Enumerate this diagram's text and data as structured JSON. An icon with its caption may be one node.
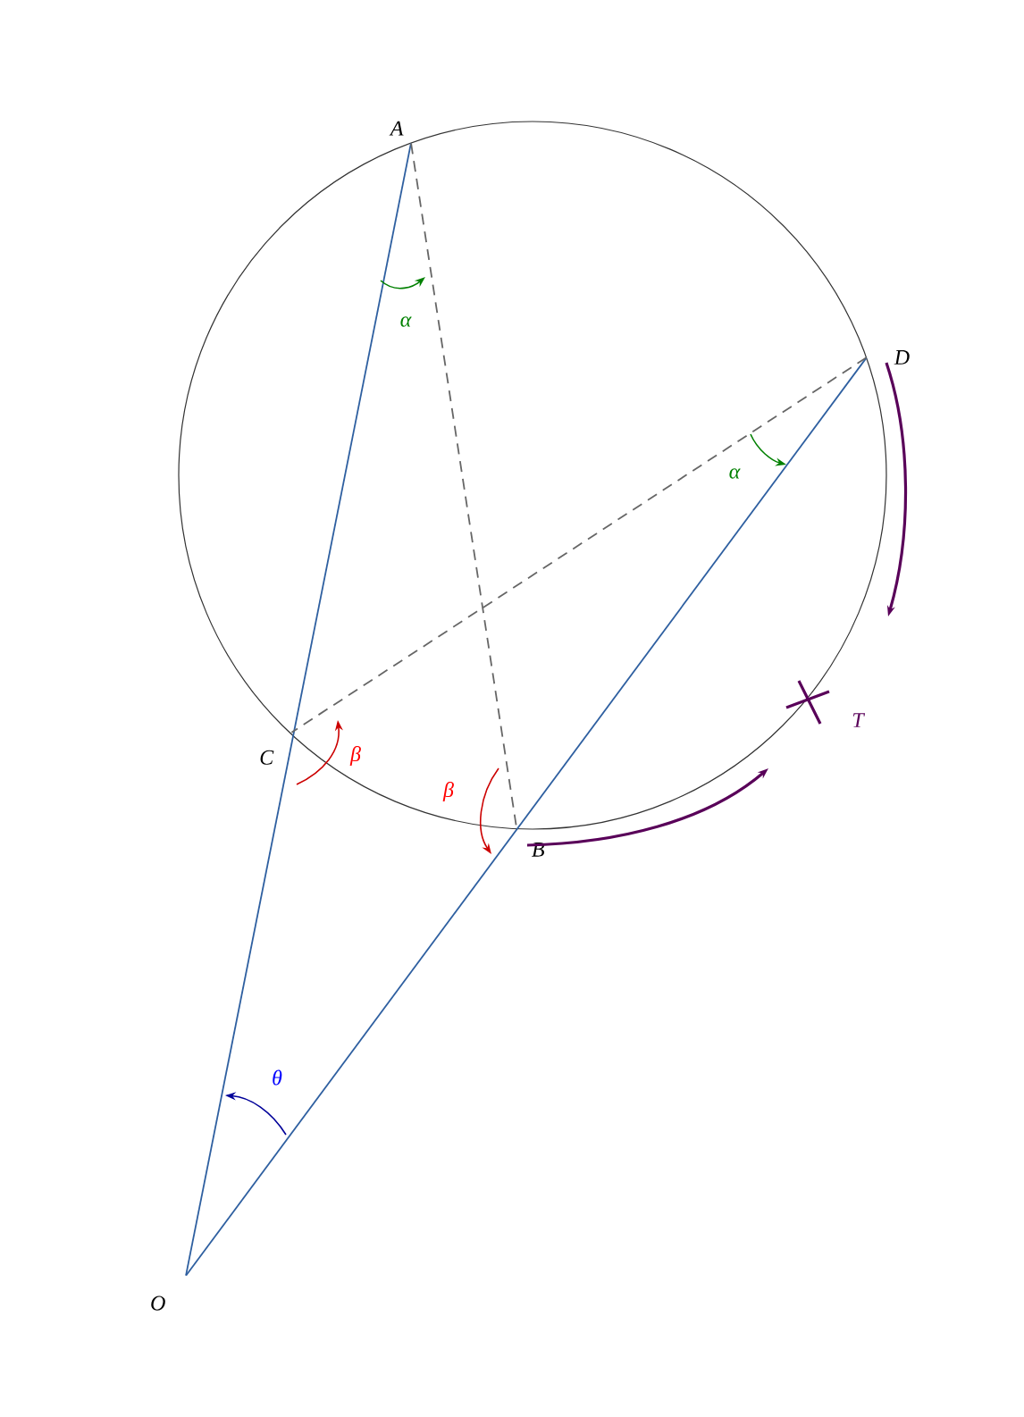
{
  "diagram": {
    "nodes": [
      {
        "text": [
          "A"
        ]
      },
      {
        "text": [
          "B"
        ]
      },
      {
        "text": [
          "C"
        ]
      },
      {
        "text": [
          "D"
        ]
      },
      {
        "text": [
          "O"
        ]
      }
    ],
    "edges": [
      {
        "from": 4,
        "to": 0,
        "arrow": "none"
      },
      {
        "from": 4,
        "to": 3,
        "arrow": "none"
      },
      {
        "from": 0,
        "to": 1,
        "arrow": "none",
        "style": "dashed",
        "color": "#666666"
      },
      {
        "from": 3,
        "to": 2,
        "arrow": "none",
        "style": "dashed",
        "color": "#666666"
      }
    ],
    "labels": [
      "α",
      "α",
      "β",
      "β",
      "θ",
      "T"
    ]
  }
}
